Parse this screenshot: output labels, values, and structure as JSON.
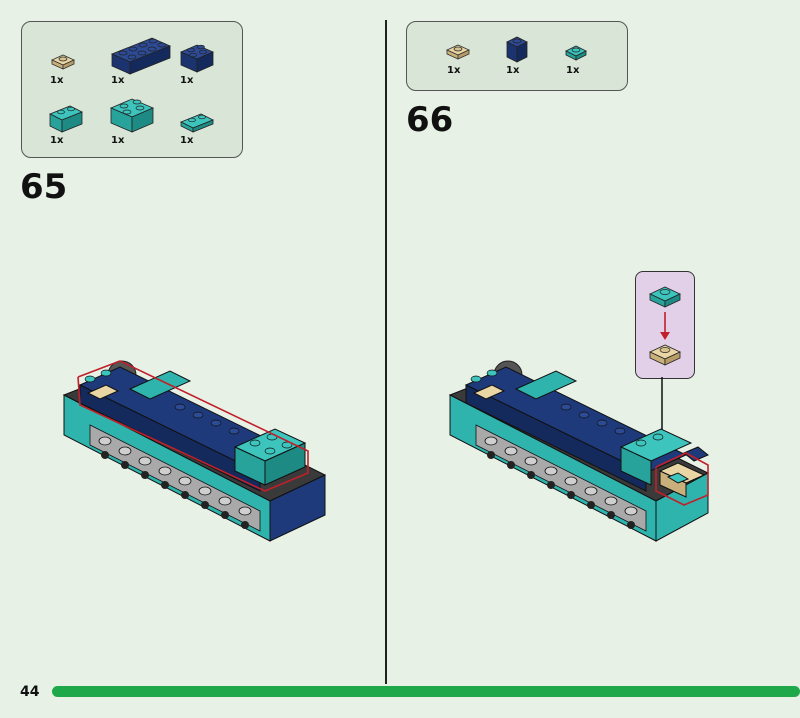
{
  "page_number": "44",
  "steps": [
    {
      "number": "65",
      "parts": [
        {
          "icon": "tan-round-plate-icon",
          "qty": "1x",
          "color": "#d8c28d"
        },
        {
          "icon": "dark-blue-brick-2x4-icon",
          "qty": "1x",
          "color": "#1e3a7a"
        },
        {
          "icon": "dark-blue-brick-2x2-icon",
          "qty": "1x",
          "color": "#1e3a7a"
        },
        {
          "icon": "teal-brick-1x2-icon",
          "qty": "1x",
          "color": "#2fb3ad"
        },
        {
          "icon": "teal-brick-2x2-icon",
          "qty": "1x",
          "color": "#2fb3ad"
        },
        {
          "icon": "teal-plate-1x2-icon",
          "qty": "1x",
          "color": "#2fb3ad"
        }
      ]
    },
    {
      "number": "66",
      "parts": [
        {
          "icon": "tan-round-plate-icon",
          "qty": "1x",
          "color": "#d8c28d"
        },
        {
          "icon": "dark-blue-brick-1x1-icon",
          "qty": "1x",
          "color": "#1e3a7a"
        },
        {
          "icon": "teal-plate-1x1-icon",
          "qty": "1x",
          "color": "#2fb3ad"
        }
      ]
    }
  ],
  "colors": {
    "background": "#e8f1e6",
    "parts_box": "#d9e5d6",
    "callout": "#e2cfe8",
    "progress": "#1fa84a",
    "highlight": "#c0202a"
  }
}
